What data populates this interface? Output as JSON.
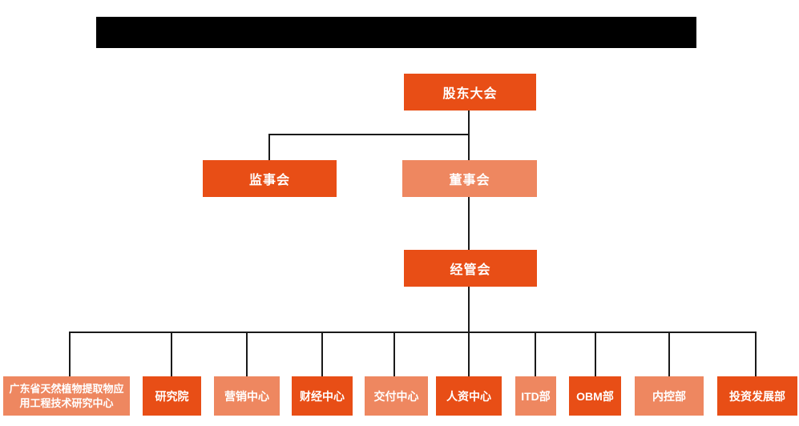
{
  "header": {
    "redacted_title_bar": true
  },
  "colors": {
    "primary_box": "#E84E16",
    "secondary_box": "#EE8760",
    "box_text": "#ffffff",
    "connector_line": "#1a1a1a",
    "redacted_bar": "#000000",
    "background": "#ffffff"
  },
  "org_chart": {
    "root": {
      "label": "股东大会"
    },
    "level2": [
      {
        "label": "监事会"
      },
      {
        "label": "董事会"
      }
    ],
    "level3": {
      "label": "经管会"
    },
    "departments": [
      {
        "label": "广东省天然植物提取物应用工程技术研究中心"
      },
      {
        "label": "研究院"
      },
      {
        "label": "营销中心"
      },
      {
        "label": "财经中心"
      },
      {
        "label": "交付中心"
      },
      {
        "label": "人资中心"
      },
      {
        "label": "ITD部"
      },
      {
        "label": "OBM部"
      },
      {
        "label": "内控部"
      },
      {
        "label": "投资发展部"
      }
    ]
  }
}
